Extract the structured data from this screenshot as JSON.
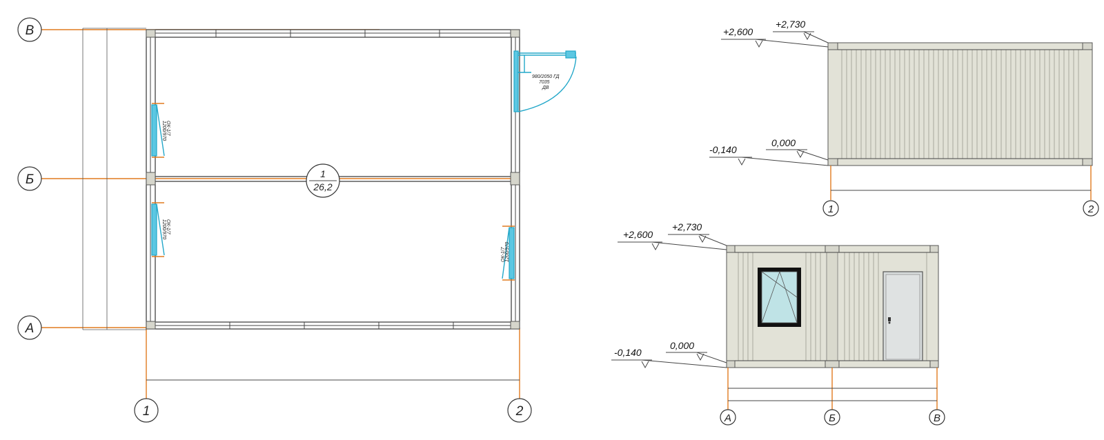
{
  "plan": {
    "axes_letters": [
      "В",
      "Б",
      "А"
    ],
    "axes_numbers": [
      "1",
      "2"
    ],
    "room_number": "1",
    "room_area": "26,2",
    "door_tag": [
      "980/2050 ГД",
      "7035",
      "ДВ"
    ],
    "window_tag": [
      "ОК-1/7",
      "1200/970"
    ]
  },
  "facade_1_2": {
    "levels": [
      "+2,600",
      "+2,730",
      "-0,140",
      "0,000"
    ],
    "axes": [
      "1",
      "2"
    ]
  },
  "facade_a_v": {
    "levels": [
      "+2,600",
      "+2,730",
      "-0,140",
      "0,000"
    ],
    "axes": [
      "А",
      "Б",
      "В"
    ]
  },
  "colors": {
    "axis_line": "#e07a1e",
    "panel": "#e2e2d7",
    "opening": "#5cc7e2"
  }
}
